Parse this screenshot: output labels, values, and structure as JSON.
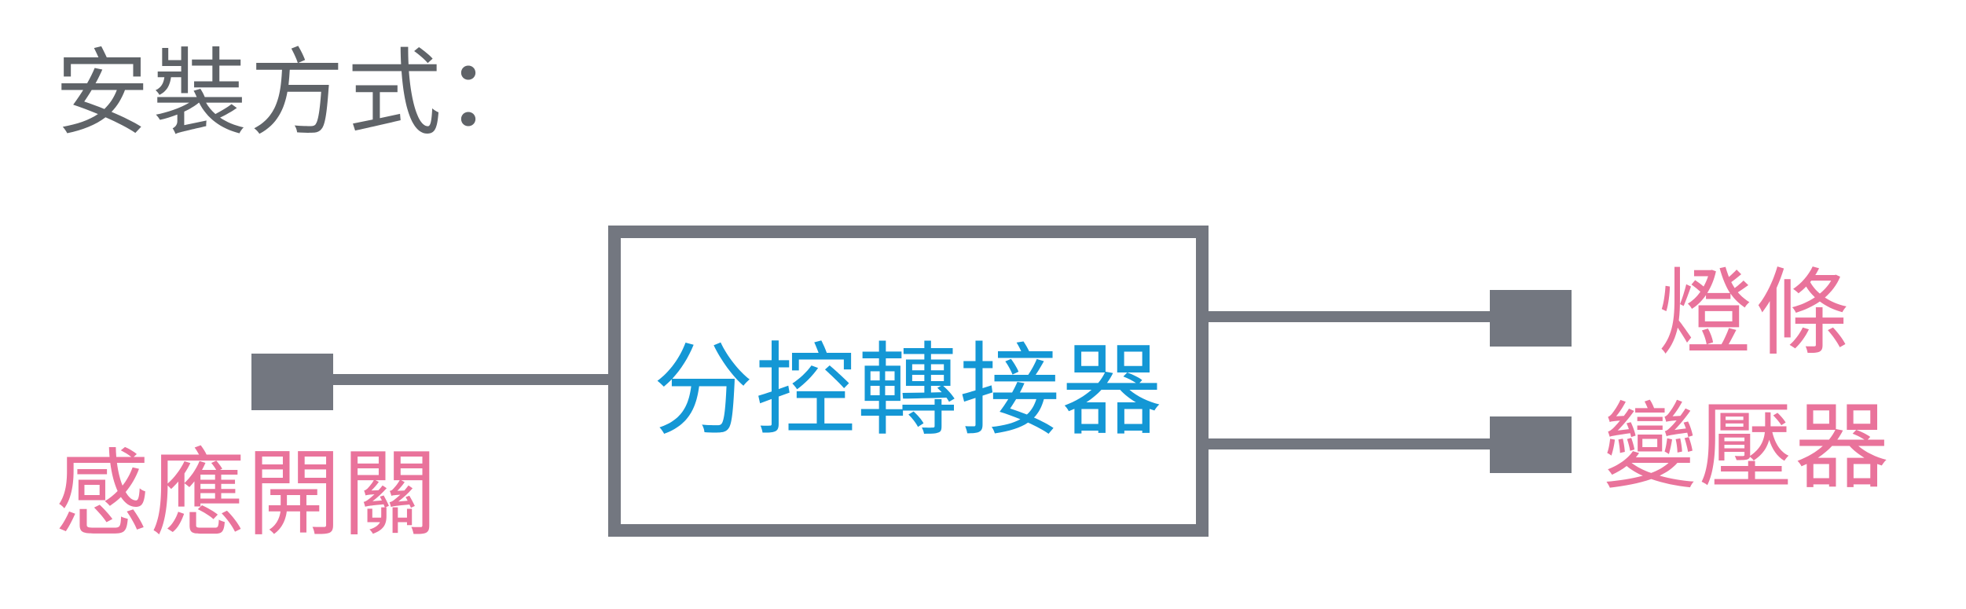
{
  "title": "安裝方式：",
  "nodes": {
    "center": "分控轉接器",
    "input": "感應開關",
    "output_top": "燈條",
    "output_bottom": "變壓器"
  },
  "colors": {
    "heading": "#5f6368",
    "frame": "#737780",
    "center_text": "#1497d5",
    "label": "#e9739b"
  }
}
